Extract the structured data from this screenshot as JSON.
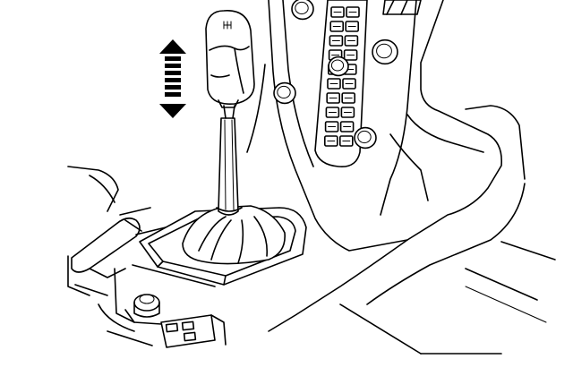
{
  "diagram": {
    "subject": "gear-shift-lever",
    "movement_arrow": {
      "direction": "up-down",
      "icon": "double-arrow-icon"
    },
    "colors": {
      "line": "#000000",
      "background": "#ffffff"
    },
    "dash_buttons": {
      "count": 10
    },
    "center_knobs": {
      "count": 5
    }
  }
}
